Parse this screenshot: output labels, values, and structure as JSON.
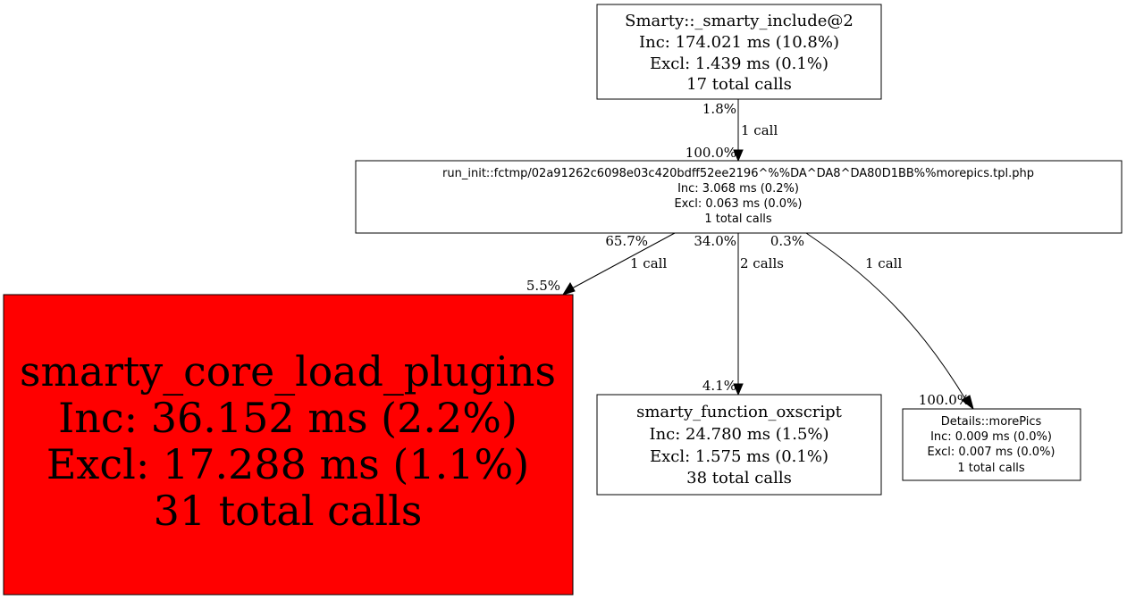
{
  "graph": {
    "nodes": {
      "smarty_include": {
        "name": "Smarty::_smarty_include@2",
        "inc": "Inc: 174.021 ms (10.8%)",
        "excl": "Excl: 1.439 ms (0.1%)",
        "calls": "17 total calls",
        "fill": "#ffffff"
      },
      "run_init": {
        "name": "run_init::fctmp/02a91262c6098e03c420bdff52ee2196^%%DA^DA8^DA80D1BB%%morepics.tpl.php",
        "inc": "Inc: 3.068 ms (0.2%)",
        "excl": "Excl: 0.063 ms (0.0%)",
        "calls": "1 total calls",
        "fill": "#ffffff"
      },
      "load_plugins": {
        "name": "smarty_core_load_plugins",
        "inc": "Inc: 36.152 ms (2.2%)",
        "excl": "Excl: 17.288 ms (1.1%)",
        "calls": "31 total calls",
        "fill": "#ff0000"
      },
      "oxscript": {
        "name": "smarty_function_oxscript",
        "inc": "Inc: 24.780 ms (1.5%)",
        "excl": "Excl: 1.575 ms (0.1%)",
        "calls": "38 total calls",
        "fill": "#ffffff"
      },
      "morepics": {
        "name": "Details::morePics",
        "inc": "Inc: 0.009 ms (0.0%)",
        "excl": "Excl: 0.007 ms (0.0%)",
        "calls": "1 total calls",
        "fill": "#ffffff"
      }
    },
    "edges": {
      "include_to_runinit": {
        "tail_pct": "1.8%",
        "label": "1 call",
        "head_pct": "100.0%"
      },
      "runinit_to_plugins": {
        "tail_pct": "65.7%",
        "label": "1 call",
        "head_pct": "5.5%"
      },
      "runinit_to_oxscript": {
        "tail_pct": "34.0%",
        "label": "2 calls",
        "head_pct": "4.1%"
      },
      "runinit_to_morepics": {
        "tail_pct": "0.3%",
        "label": "1 call",
        "head_pct": "100.0%"
      }
    }
  }
}
